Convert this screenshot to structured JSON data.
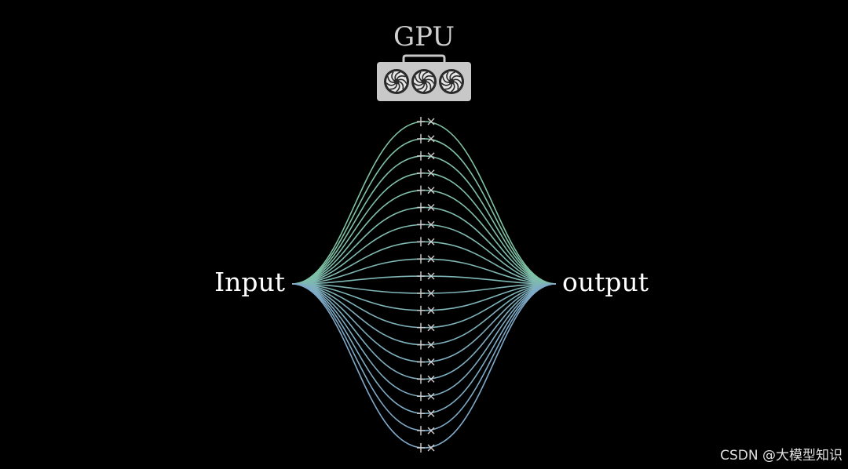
{
  "diagram": {
    "gpu_label": "GPU",
    "input_label": "Input",
    "output_label": "output",
    "watermark": "CSDN @大模型知识",
    "gpu_icon": "gpu-card-icon",
    "fan_icon": "fan-icon",
    "path_count": 20,
    "fan_count": 3,
    "colors": {
      "background": "#000000",
      "path_top": "#7fc3a4",
      "path_bottom": "#7fa9c9",
      "tick": "#cfcfcf",
      "gpu_card": "#c8c8c8",
      "gpu_fan": "#2a2a2a",
      "text": "#ffffff"
    }
  }
}
